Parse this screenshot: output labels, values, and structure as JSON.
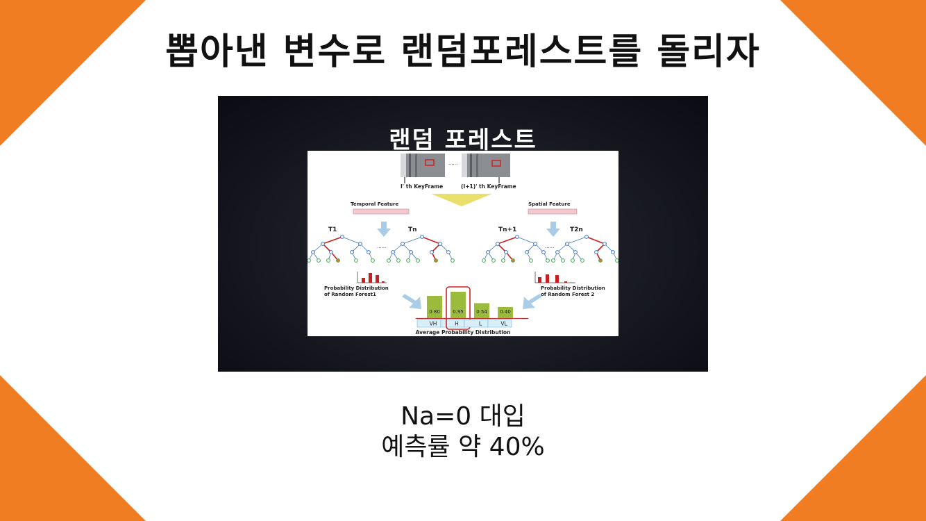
{
  "slide": {
    "title": "뽑아낸 변수로 랜덤포레스트를 돌리자",
    "image": {
      "heading": "랜덤 포레스트",
      "diagram": {
        "keyframe_left": "I' th KeyFrame",
        "keyframe_right": "(I+1)' th KeyFrame",
        "ellipsis": "......",
        "temporal_feature": "Temporal Feature",
        "spatial_feature": "Spatial Feature",
        "tree_labels": [
          "T1",
          "Tn",
          "Tn+1",
          "T2n"
        ],
        "prob_left_1": "Probability Distribution",
        "prob_left_2": "of Random Forest1",
        "prob_right_1": "Probability  Distribution",
        "prob_right_2": "of Random Forest 2",
        "bars": [
          {
            "category": "VH",
            "value": 0.8,
            "label": "0.80"
          },
          {
            "category": "H",
            "value": 0.95,
            "label": "0.95"
          },
          {
            "category": "L",
            "value": 0.54,
            "label": "0.54"
          },
          {
            "category": "VL",
            "value": 0.4,
            "label": "0.40"
          }
        ],
        "highlighted": "H",
        "bottom_label": "Average Probability Distribution",
        "colors": {
          "bar": "#9bbb3c",
          "highlight": "#d42020",
          "node": "#3a72b8",
          "leaf": "#3aa84a",
          "arrow": "#c81e1e"
        }
      }
    },
    "caption_line1": "Na=0 대입",
    "caption_line2": "예측률 약 40%"
  }
}
